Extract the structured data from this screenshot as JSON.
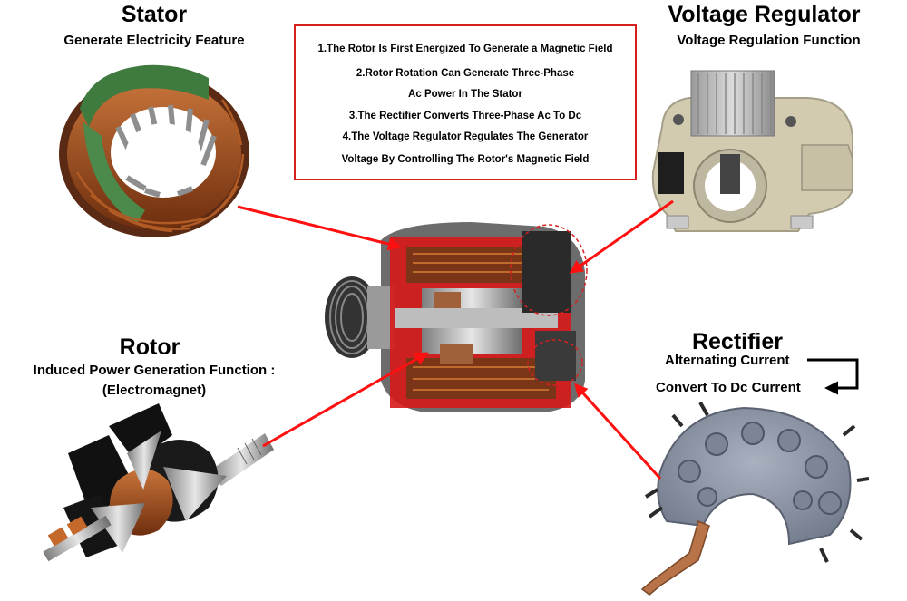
{
  "stator": {
    "title": "Stator",
    "subtitle": "Generate Electricity Feature"
  },
  "voltage_regulator": {
    "title": "Voltage Regulator",
    "subtitle": "Voltage Regulation Function"
  },
  "rotor": {
    "title": "Rotor",
    "subtitle_line1": "Induced Power Generation Function :",
    "subtitle_line2": "(Electromagnet)"
  },
  "rectifier": {
    "title": "Rectifier",
    "line1": "Alternating Current",
    "line2": "Convert To Dc Current"
  },
  "steps": [
    "1.The Rotor Is First Energized To Generate a Magnetic Field",
    "2.Rotor Rotation Can Generate Three-Phase",
    "Ac Power In The Stator",
    "3.The Rectifier Converts Three-Phase Ac To Dc",
    "4.The Voltage Regulator Regulates The Generator",
    "Voltage By Controlling The Rotor's Magnetic Field"
  ],
  "colors": {
    "arrow": "#ff1010",
    "box_border": "#d62020",
    "copper": "#9a4a1c",
    "stator_green": "#3f7a3f",
    "steel": "#b8b8b8",
    "housing": "#6c6c6c",
    "cutaway_red": "#d81a1a",
    "regulator_body": "#d2cbb0",
    "rectifier_plate": "#8a93a3"
  }
}
